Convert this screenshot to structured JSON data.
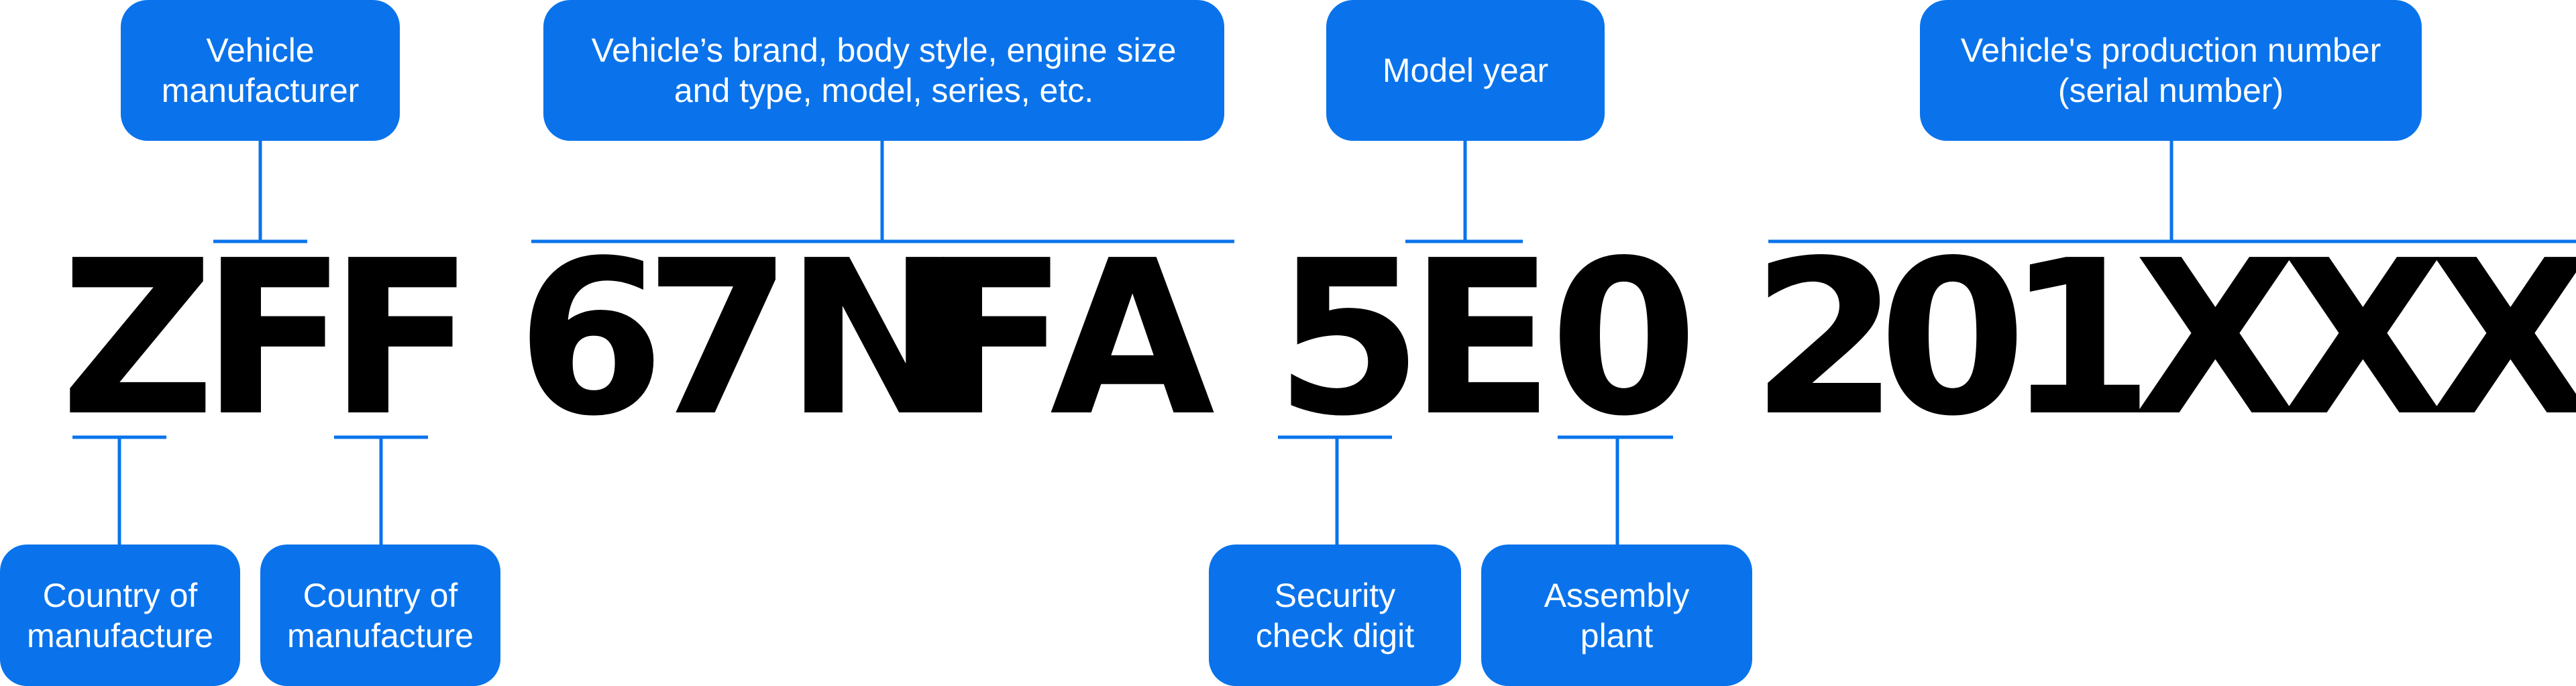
{
  "labels": {
    "vehicle_manufacturer": "Vehicle\nmanufacturer",
    "brand_details": "Vehicle’s brand, body style, engine size\nand type, model, series, etc.",
    "model_year": "Model year",
    "production_number": "Vehicle's production number\n(serial number)",
    "country_1": "Country of\nmanufacture",
    "country_2": "Country of\nmanufacture",
    "security_digit": "Security\ncheck digit",
    "assembly_plant": "Assembly\nplant"
  },
  "vin": {
    "chars": [
      "Z",
      "F",
      "F",
      "6",
      "7",
      "N",
      "F",
      "A",
      "5",
      "E",
      "0",
      "2",
      "0",
      "1",
      "X",
      "X",
      "X"
    ]
  },
  "colors": {
    "accent": "#0A73EB",
    "text": "#000000",
    "label_text": "#FFFFFF"
  }
}
